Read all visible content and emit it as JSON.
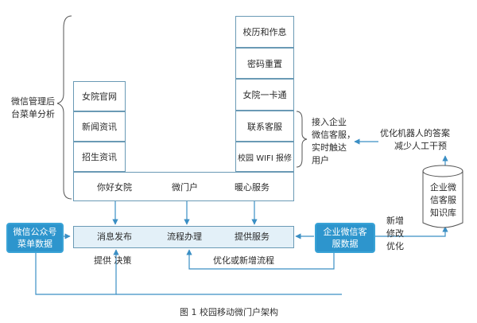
{
  "left_label": [
    "微信管理后",
    "台菜单分析"
  ],
  "left_column": [
    "女院官网",
    "新闻资讯",
    "招生资讯"
  ],
  "right_column": [
    "校历和作息",
    "密码重置",
    "女院一卡通",
    "联系客服",
    "校园 WIFI 报修"
  ],
  "portal_row": [
    "你好女院",
    "微门户",
    "暖心服务"
  ],
  "service_row": [
    "消息发布",
    "流程办理",
    "提供服务"
  ],
  "customer_service_note": [
    "接入企业",
    "微信客服，",
    "实时触达",
    "用户"
  ],
  "robot_note": [
    "优化机器人的答案",
    "减少人工干预"
  ],
  "knowledge_base": [
    "企业微",
    "信客服",
    "知识库"
  ],
  "wechat_public_data": [
    "微信公众号",
    "菜单数据"
  ],
  "wecom_data": [
    "企业微信客",
    "服数据"
  ],
  "update_note": [
    "新增",
    "修改",
    "优化"
  ],
  "support_label": "提供  决策",
  "optimize_label": "优化或新增流程",
  "caption": "图 1  校园移动微门户架构"
}
